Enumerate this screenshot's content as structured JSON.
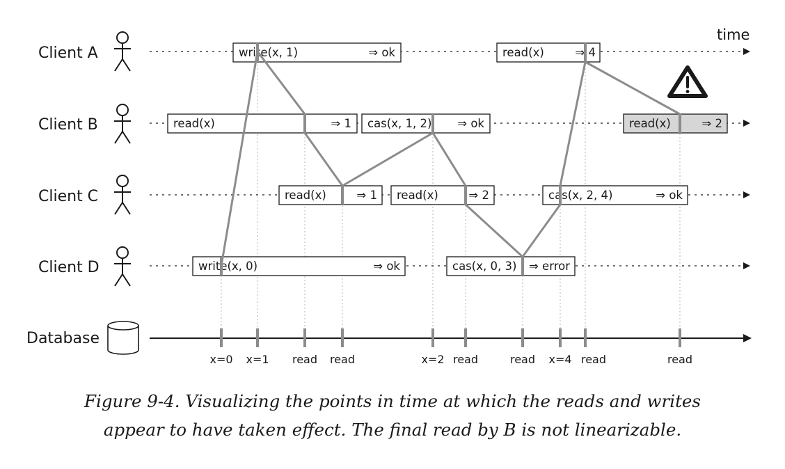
{
  "time_label": "time",
  "clients": [
    {
      "id": "A",
      "label": "Client A"
    },
    {
      "id": "B",
      "label": "Client B"
    },
    {
      "id": "C",
      "label": "Client C"
    },
    {
      "id": "D",
      "label": "Client D"
    }
  ],
  "database_label": "Database",
  "operations": [
    {
      "client": "A",
      "op": "write(x, 1)",
      "result": "⇒ ok",
      "highlight": false
    },
    {
      "client": "A",
      "op": "read(x)",
      "result": "⇒ 4",
      "highlight": false
    },
    {
      "client": "B",
      "op": "read(x)",
      "result": "⇒ 1",
      "highlight": false
    },
    {
      "client": "B",
      "op": "cas(x, 1, 2)",
      "result": "⇒ ok",
      "highlight": false
    },
    {
      "client": "B",
      "op": "read(x)",
      "result": "⇒ 2",
      "highlight": true
    },
    {
      "client": "C",
      "op": "read(x)",
      "result": "⇒ 1",
      "highlight": false
    },
    {
      "client": "C",
      "op": "read(x)",
      "result": "⇒ 2",
      "highlight": false
    },
    {
      "client": "C",
      "op": "cas(x, 2, 4)",
      "result": "⇒ ok",
      "highlight": false
    },
    {
      "client": "D",
      "op": "write(x, 0)",
      "result": "⇒ ok",
      "highlight": false
    },
    {
      "client": "D",
      "op": "cas(x, 0, 3)",
      "result": "⇒ error",
      "highlight": false
    }
  ],
  "db_ticks": [
    "x=0",
    "x=1",
    "read",
    "read",
    "x=2",
    "read",
    "read",
    "x=4",
    "read",
    "read"
  ],
  "warning_icon": "warning-triangle-icon",
  "colors": {
    "line": "#8c8c8c",
    "highlight_fill": "#d6d6d6",
    "ink": "#1a1a1a"
  },
  "caption": {
    "line1": "Figure 9-4. Visualizing the points in time at which the reads and writes",
    "line2": "appear to have taken effect. The final read by B is not linearizable."
  }
}
